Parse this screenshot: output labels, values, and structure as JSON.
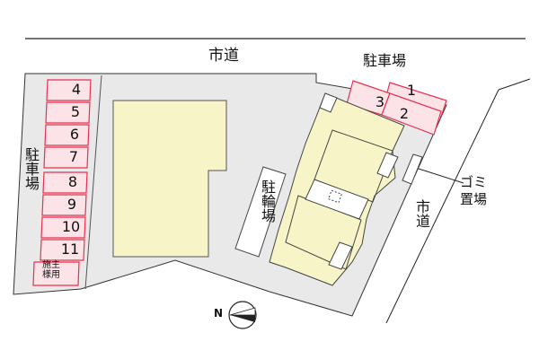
{
  "road_top": "市道",
  "road_right": "市道",
  "parking_top": "駐車場",
  "parking_left": "駐車場",
  "bicycle_parking": "駐輪場",
  "garbage_area": "ゴミ\n置場",
  "north_mark": "N",
  "owner_space": "施主\n様用",
  "spaces_left": [
    "4",
    "5",
    "6",
    "7",
    "8",
    "9",
    "10",
    "11"
  ],
  "spaces_top": [
    "1",
    "2",
    "3"
  ],
  "colors": {
    "lot": "#e9e9e9",
    "building": "#f7f4c8",
    "parking_border": "#e8304f",
    "parking_fill": "#fbe3e8",
    "line": "#222222"
  }
}
